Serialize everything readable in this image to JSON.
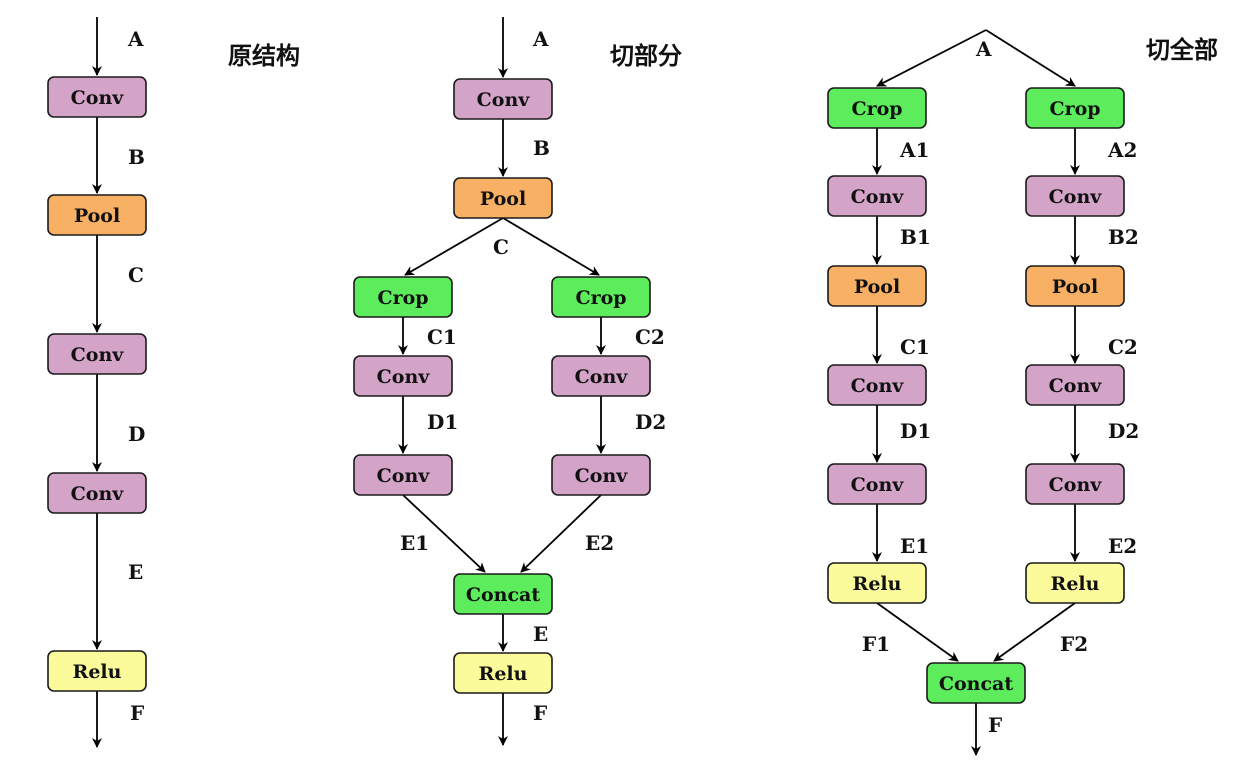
{
  "colors": {
    "conv": "#d3a4c8",
    "pool": "#f7b064",
    "crop": "#5cec5c",
    "relu": "#fbfb9b",
    "concat": "#5cec5c"
  },
  "panels": [
    {
      "title": "原结构",
      "nodes": [
        "Conv",
        "Pool",
        "Conv",
        "Conv",
        "Relu"
      ],
      "edge_labels": [
        "A",
        "B",
        "C",
        "D",
        "E",
        "F"
      ]
    },
    {
      "title": "切部分",
      "nodes": [
        "Conv",
        "Pool",
        "Crop",
        "Crop",
        "Conv",
        "Conv",
        "Conv",
        "Conv",
        "Concat",
        "Relu"
      ],
      "edge_labels": [
        "A",
        "B",
        "C",
        "C1",
        "C2",
        "D1",
        "D2",
        "E1",
        "E2",
        "E",
        "F"
      ]
    },
    {
      "title": "切全部",
      "nodes": [
        "Crop",
        "Crop",
        "Conv",
        "Conv",
        "Pool",
        "Pool",
        "Conv",
        "Conv",
        "Conv",
        "Conv",
        "Relu",
        "Relu",
        "Concat"
      ],
      "edge_labels": [
        "A",
        "A1",
        "A2",
        "B1",
        "B2",
        "C1",
        "C2",
        "D1",
        "D2",
        "E1",
        "E2",
        "F1",
        "F2",
        "F"
      ]
    }
  ]
}
